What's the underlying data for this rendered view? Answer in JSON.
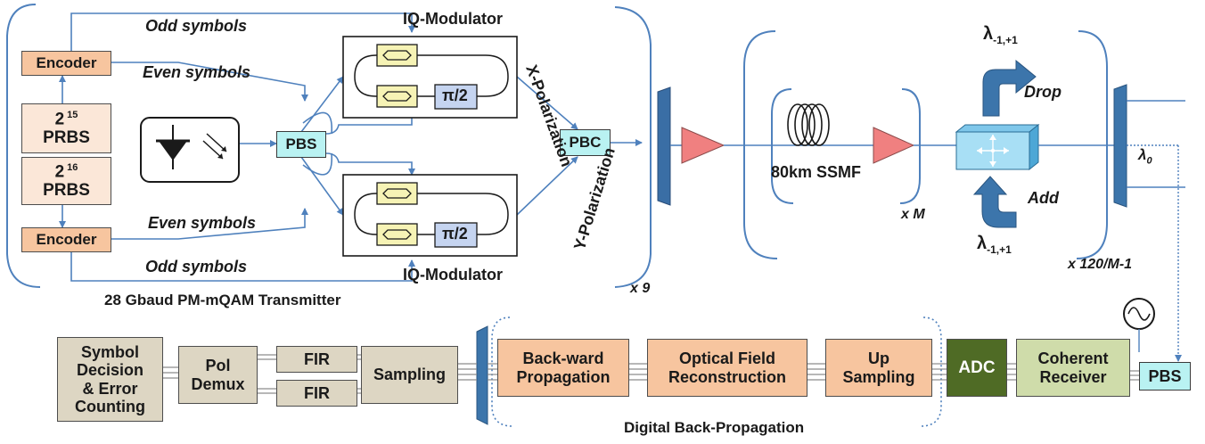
{
  "transmitter": {
    "encoder_top": "Encoder",
    "encoder_bottom": "Encoder",
    "prbs15": {
      "base": "2",
      "exp": "15",
      "label": "PRBS"
    },
    "prbs16": {
      "base": "2",
      "exp": "16",
      "label": "PRBS"
    },
    "odd_symbols_top": "Odd symbols",
    "even_symbols_top": "Even symbols",
    "even_symbols_bottom": "Even symbols",
    "odd_symbols_bottom": "Odd symbols",
    "pbs": "PBS",
    "pbc": "PBC",
    "iq_modulator_top": "IQ-Modulator",
    "iq_modulator_bottom": "IQ-Modulator",
    "phase_top": "π/2",
    "phase_bottom": "π/2",
    "x_polarization": "X-Polarization",
    "y_polarization": "Y-Polarization",
    "title": "28 Gbaud PM-mQAM Transmitter",
    "repeat": "x 9"
  },
  "link": {
    "fiber": "80km SSMF",
    "span_repeat": "x M",
    "roadm_repeat": "x 120/M-1",
    "drop": "Drop",
    "add": "Add",
    "lambda_neighbors_top": {
      "base": "λ",
      "sub": "-1,+1"
    },
    "lambda_neighbors_bottom": {
      "base": "λ",
      "sub": "-1,+1"
    },
    "lambda_center": {
      "base": "λ",
      "sub": "0"
    }
  },
  "receiver": {
    "decision": [
      "Symbol",
      "Decision",
      "& Error",
      "Counting"
    ],
    "pol_demux": [
      "Pol",
      "Demux"
    ],
    "fir_top": "FIR",
    "fir_bottom": "FIR",
    "sampling": "Sampling",
    "backward": [
      "Back-ward",
      "Propagation"
    ],
    "optical_field": [
      "Optical Field",
      "Reconstruction"
    ],
    "up_sampling": [
      "Up",
      "Sampling"
    ],
    "adc": "ADC",
    "coherent": [
      "Coherent",
      "Receiver"
    ],
    "pbs": "PBS",
    "dbp_label": "Digital Back-Propagation"
  },
  "colors": {
    "line_blue": "#4f81bd",
    "encoder": "#f7c59f",
    "prbs": "#fbe7d8",
    "cyan_box": "#b9f2f2",
    "tan_box": "#ddd6c3",
    "adc": "#4f6b25",
    "coherent": "#cfdcaa",
    "amplifier": "#f08080",
    "modulator_inner": "#f6f3b5",
    "phase_box": "#c5d4f0"
  }
}
